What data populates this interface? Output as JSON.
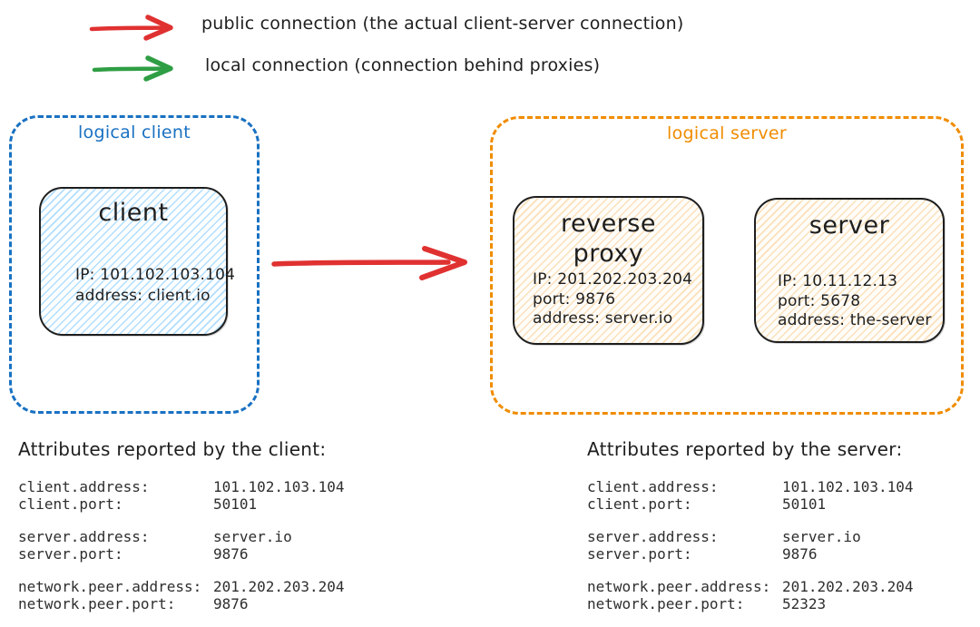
{
  "legend": {
    "public": {
      "label": "public connection (the actual client-server connection)",
      "color": "#e03131"
    },
    "local": {
      "label": "local connection (connection behind proxies)",
      "color": "#2f9e44"
    }
  },
  "diagram": {
    "logical_client": {
      "label": "logical client",
      "border_color": "#1971c2",
      "client": {
        "title": "client",
        "fill": "#a5d8ff",
        "lines": [
          "IP: 101.102.103.104",
          "address: client.io"
        ]
      }
    },
    "connection_arrow": {
      "type": "public connection",
      "color": "#e03131"
    },
    "logical_server": {
      "label": "logical server",
      "border_color": "#f08c00",
      "reverse_proxy": {
        "title": "reverse proxy",
        "fill": "#ffd8a8",
        "lines": [
          "IP: 201.202.203.204",
          "port: 9876",
          "address: server.io"
        ]
      },
      "server": {
        "title": "server",
        "fill": "#ffd8a8",
        "lines": [
          "IP: 10.11.12.13",
          "port: 5678",
          "address: the-server"
        ]
      }
    }
  },
  "client_attributes": {
    "heading": "Attributes reported by the client:",
    "groups": [
      {
        "rows": [
          {
            "key": "client.address:",
            "value": "101.102.103.104"
          },
          {
            "key": "client.port:",
            "value": "50101"
          }
        ]
      },
      {
        "rows": [
          {
            "key": "server.address:",
            "value": "server.io"
          },
          {
            "key": "server.port:",
            "value": "9876"
          }
        ]
      },
      {
        "rows": [
          {
            "key": "network.peer.address:",
            "value": "201.202.203.204"
          },
          {
            "key": "network.peer.port:",
            "value": "9876"
          }
        ]
      }
    ]
  },
  "server_attributes": {
    "heading": "Attributes reported by the server:",
    "groups": [
      {
        "rows": [
          {
            "key": "client.address:",
            "value": "101.102.103.104"
          },
          {
            "key": "client.port:",
            "value": "50101"
          }
        ]
      },
      {
        "rows": [
          {
            "key": "server.address:",
            "value": "server.io"
          },
          {
            "key": "server.port:",
            "value": "9876"
          }
        ]
      },
      {
        "rows": [
          {
            "key": "network.peer.address:",
            "value": "201.202.203.204"
          },
          {
            "key": "network.peer.port:",
            "value": "52323"
          }
        ]
      }
    ]
  }
}
